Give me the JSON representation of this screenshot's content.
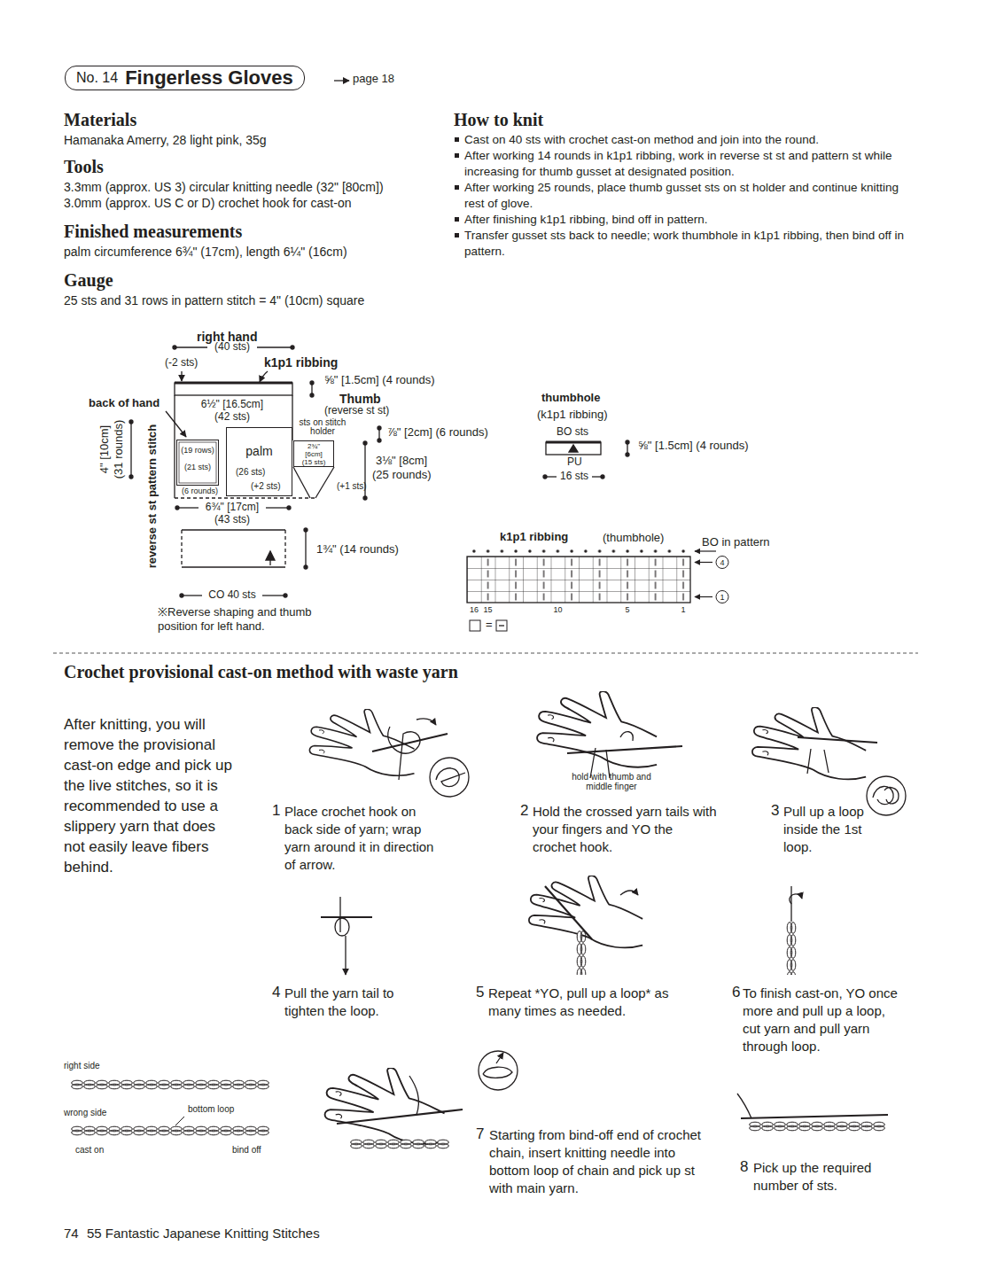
{
  "diagram": {
    "nodes": [
      {
        "text": [
          "No. 14",
          "Fingerless Gloves"
        ]
      },
      {
        "text": [
          "(19 rows)",
          "(21 sts)"
        ]
      },
      {
        "text": [
          "palm"
        ]
      },
      {
        "text": [
          "2¾\"",
          "[6cm]",
          "(15 sts)"
        ]
      }
    ],
    "labels": [
      "page 18",
      "Materials",
      "Hamanaka Amerry, 28 light pink, 35g",
      "Tools",
      "3.3mm (approx. US 3) circular knitting needle (32\" [80cm])",
      "3.0mm (approx. US C or D) crochet hook for cast-on",
      "Finished measurements",
      "palm circumference 6¾\" (17cm), length 6¼\" (16cm)",
      "Gauge",
      "25 sts and 31 rows in pattern stitch = 4\" (10cm) square",
      "How to knit",
      "Cast on 40 sts with crochet cast-on method and join into the round.",
      "After working 14 rounds in k1p1 ribbing, work in reverse st st and pattern st while increasing for thumb gusset at designated position.",
      "After working 25 rounds, place thumb gusset sts on st holder and continue knitting rest of glove.",
      "After finishing k1p1 ribbing, bind off in pattern.",
      "Transfer gusset sts back to needle; work thumbhole in k1p1 ribbing, then bind off in pattern.",
      "right hand",
      "(40 sts)",
      "(-2 sts)",
      "k1p1 ribbing",
      "⅝\" [1.5cm] (4 rounds)",
      "back of hand",
      "6½\" [16.5cm]",
      "(42 sts)",
      "Thumb",
      "(reverse st st)",
      "sts on stitch holder",
      "⅞\" [2cm] (6 rounds)",
      "(6 rounds)",
      "(26 sts)",
      "(+2 sts)",
      "(+1 sts)",
      "3⅛\" [8cm]",
      "(25 rounds)",
      "6¾\" [17cm]",
      "(43 sts)",
      "4\" [10cm]",
      "(31 rounds)",
      "reverse st st pattern stitch",
      "1¾\" (14 rounds)",
      "CO 40 sts",
      "※Reverse shaping and thumb position for left hand.",
      "thumbhole",
      "(k1p1 ribbing)",
      "BO sts",
      "⅝\" [1.5cm] (4 rounds)",
      "PU",
      "16 sts",
      "k1p1 ribbing",
      "(thumbhole)",
      "BO in pattern",
      "4",
      "1",
      "16",
      "15",
      "10",
      "5",
      "1",
      "=",
      "Crochet provisional cast-on method with waste yarn",
      "After knitting, you will remove the provisional cast-on edge and pick up the live stitches, so it is recommended to use a slippery yarn that does not easily leave fibers behind.",
      "hold with thumb and middle finger",
      "1",
      "Place crochet hook on back side of yarn; wrap yarn around it in direction of arrow.",
      "2",
      "Hold the crossed yarn tails with your fingers and YO the crochet hook.",
      "3",
      "Pull up a loop inside the 1st loop.",
      "4",
      "Pull the yarn tail to tighten the loop.",
      "5",
      "Repeat *YO, pull up a loop* as many times as needed.",
      "6",
      "To finish cast-on, YO once more and pull up a loop, cut yarn and pull yarn through loop.",
      "right side",
      "wrong side",
      "bottom loop",
      "cast on",
      "bind off",
      "7",
      "Starting from bind-off end of crochet chain, insert knitting needle into bottom loop of chain and pick up st with main yarn.",
      "8",
      "Pick up the required number of sts.",
      "74",
      "55 Fantastic Japanese Knitting Stitches"
    ]
  }
}
